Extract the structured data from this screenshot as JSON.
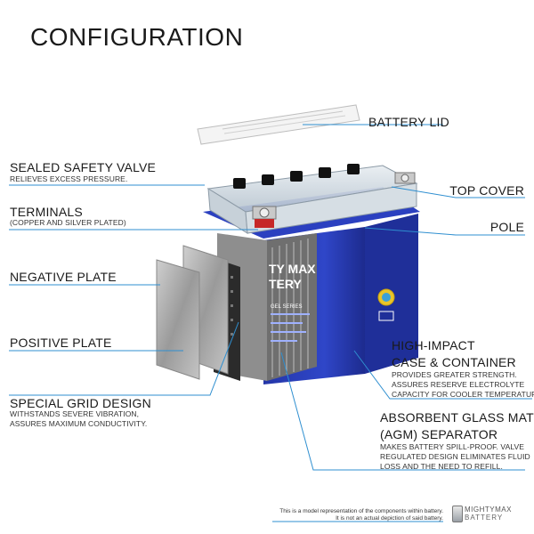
{
  "title": "CONFIGURATION",
  "labels": {
    "battery_lid": "BATTERY LID",
    "top_cover": "TOP COVER",
    "pole": "POLE",
    "sealed_safety_valve": "SEALED SAFETY VALVE",
    "sealed_safety_valve_sub": "RELIEVES EXCESS PRESSURE.",
    "terminals": "TERMINALS",
    "terminals_sub": "(COPPER AND SILVER PLATED)",
    "negative_plate": "NEGATIVE PLATE",
    "positive_plate": "POSITIVE PLATE",
    "special_grid": "SPECIAL GRID DESIGN",
    "special_grid_sub1": "WITHSTANDS SEVERE VIBRATION,",
    "special_grid_sub2": "ASSURES MAXIMUM CONDUCTIVITY.",
    "case_line1": "HIGH-IMPACT",
    "case_line2": "CASE & CONTAINER",
    "case_sub1": "PROVIDES GREATER STRENGTH.",
    "case_sub2": "ASSURES RESERVE ELECTROLYTE",
    "case_sub3": "CAPACITY FOR COOLER TEMPERATURES.",
    "agm_line1": "ABSORBENT GLASS MAT",
    "agm_line2": "(AGM) SEPARATOR",
    "agm_sub1": "MAKES BATTERY SPILL-PROOF. VALVE",
    "agm_sub2": "REGULATED DESIGN ELIMINATES FLUID",
    "agm_sub3": "LOSS AND THE NEED TO REFILL."
  },
  "battery_text": {
    "brand1": "TY MAX",
    "brand2": "TERY",
    "series": "GEL SERIES"
  },
  "disclaimer": {
    "line1": "This is a model representation of the components within battery.",
    "line2": "It is not an actual depiction of said battery."
  },
  "logo": {
    "line1": "MIGHTYMAX",
    "line2": "BATTERY"
  },
  "colors": {
    "leader": "#2f8fd0",
    "case_blue": "#2a3fb8",
    "case_dark": "#1c2a8a"
  }
}
